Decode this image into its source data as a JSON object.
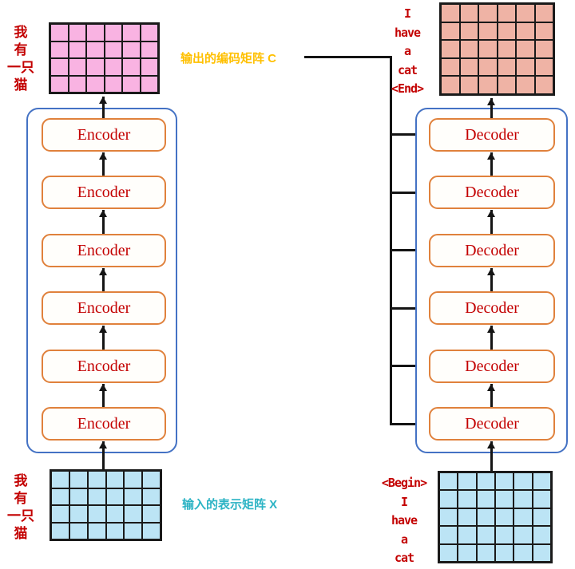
{
  "colors": {
    "red_text": "#c30000",
    "box_border": "#e0813c",
    "container_border": "#4472c4",
    "arrow": "#141414",
    "grid_line": "#1a1a1a",
    "gold_label": "#ffc000",
    "teal_label": "#2bb3c4",
    "pink_fill": "#f9b3e2",
    "salmon_fill": "#efb3a5",
    "blue_fill": "#bce4f5"
  },
  "labels": {
    "encoder_output_matrix": "输出的编码矩阵 C",
    "encoder_input_matrix": "输入的表示矩阵 X"
  },
  "encoder_stack": {
    "boxes": [
      "Encoder",
      "Encoder",
      "Encoder",
      "Encoder",
      "Encoder",
      "Encoder"
    ]
  },
  "decoder_stack": {
    "boxes": [
      "Decoder",
      "Decoder",
      "Decoder",
      "Decoder",
      "Decoder",
      "Decoder"
    ]
  },
  "tokens": {
    "encoder_input_cn": [
      "我",
      "有",
      "一只",
      "猫"
    ],
    "encoder_output_cn": [
      "我",
      "有",
      "一只",
      "猫"
    ],
    "decoder_output_en": [
      "I",
      "have",
      "a",
      "cat",
      "<End>"
    ],
    "decoder_input_en": [
      "<Begin>",
      "I",
      "have",
      "a",
      "cat"
    ]
  },
  "matrices": {
    "encoder_output": {
      "rows": 4,
      "cols": 6,
      "fill_key": "pink_fill"
    },
    "encoder_input": {
      "rows": 4,
      "cols": 6,
      "fill_key": "blue_fill"
    },
    "decoder_output": {
      "rows": 5,
      "cols": 6,
      "fill_key": "salmon_fill"
    },
    "decoder_input": {
      "rows": 5,
      "cols": 6,
      "fill_key": "blue_fill"
    }
  }
}
